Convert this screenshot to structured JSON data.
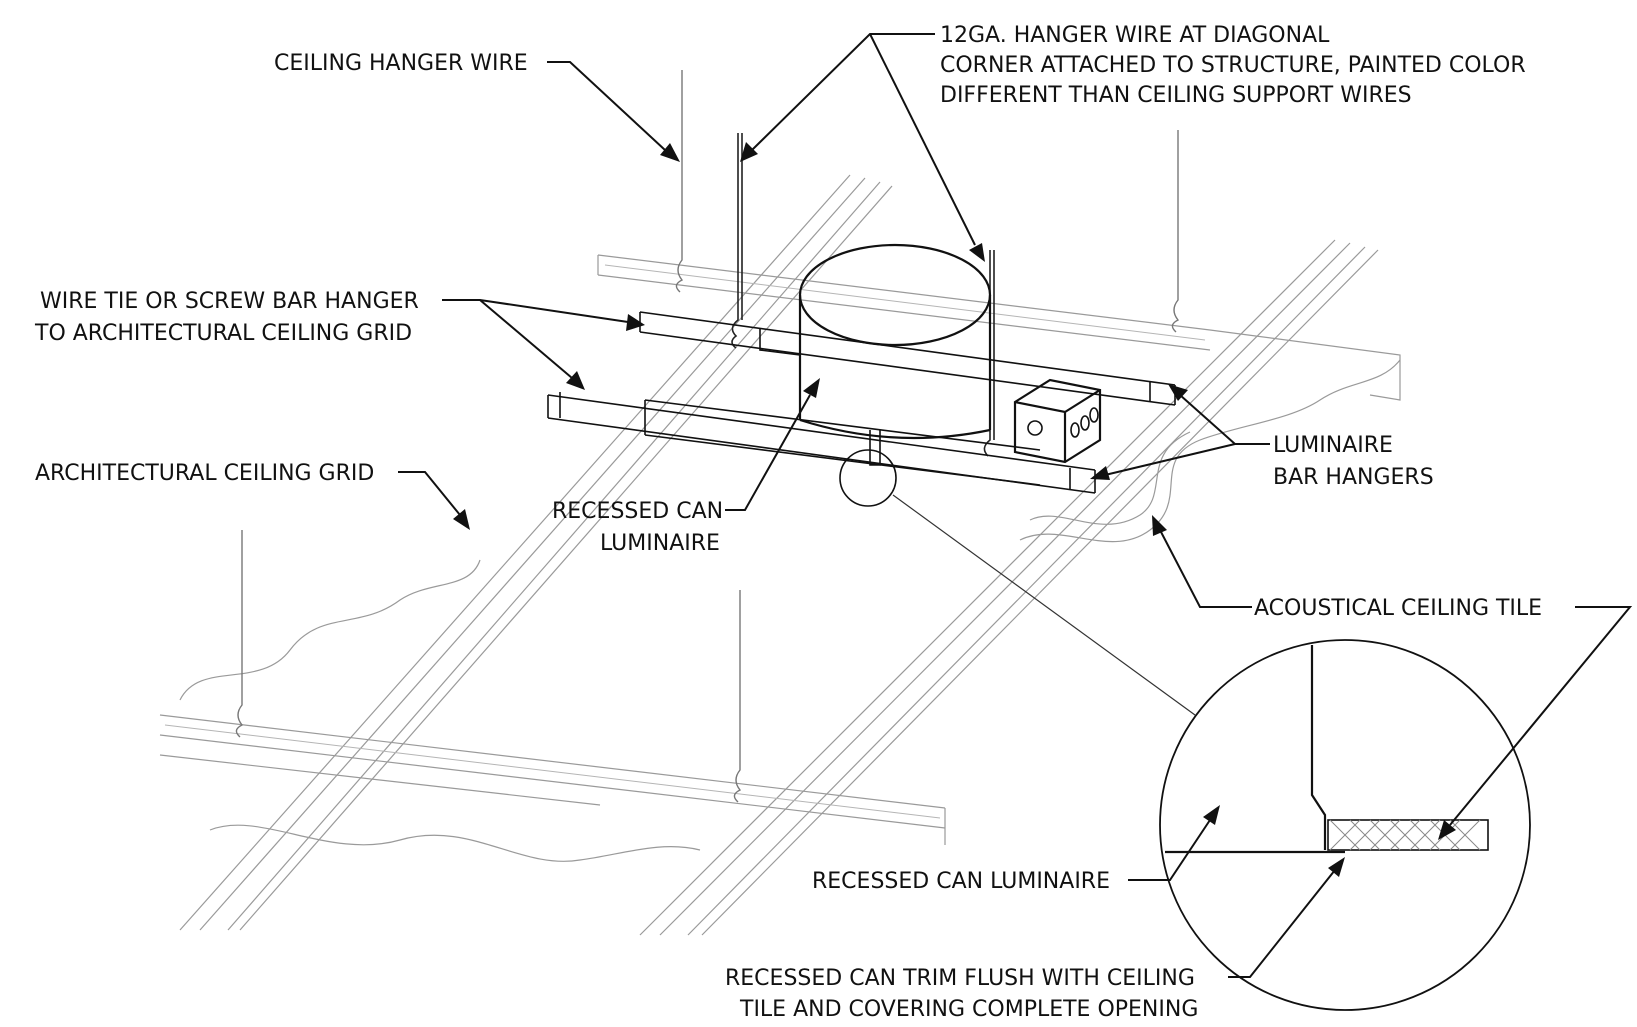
{
  "labels": {
    "ceiling_hanger_wire": "CEILING HANGER WIRE",
    "hanger_12ga_line1": "12GA. HANGER WIRE AT DIAGONAL",
    "hanger_12ga_line2": "CORNER ATTACHED TO STRUCTURE, PAINTED COLOR",
    "hanger_12ga_line3": "DIFFERENT THAN CEILING SUPPORT WIRES",
    "wire_tie_line1": "WIRE TIE OR SCREW BAR HANGER",
    "wire_tie_line2": "TO ARCHITECTURAL CEILING GRID",
    "arch_ceiling_grid": "ARCHITECTURAL CEILING GRID",
    "recessed_can_line1": "RECESSED CAN",
    "recessed_can_line2": "LUMINAIRE",
    "luminaire_bar_line1": "LUMINAIRE",
    "luminaire_bar_line2": "BAR HANGERS",
    "acoustical_tile": "ACOUSTICAL CEILING TILE",
    "detail_recessed_can": "RECESSED CAN LUMINAIRE",
    "trim_line1": "RECESSED CAN TRIM FLUSH WITH CEILING",
    "trim_line2": "TILE AND COVERING COMPLETE OPENING"
  }
}
